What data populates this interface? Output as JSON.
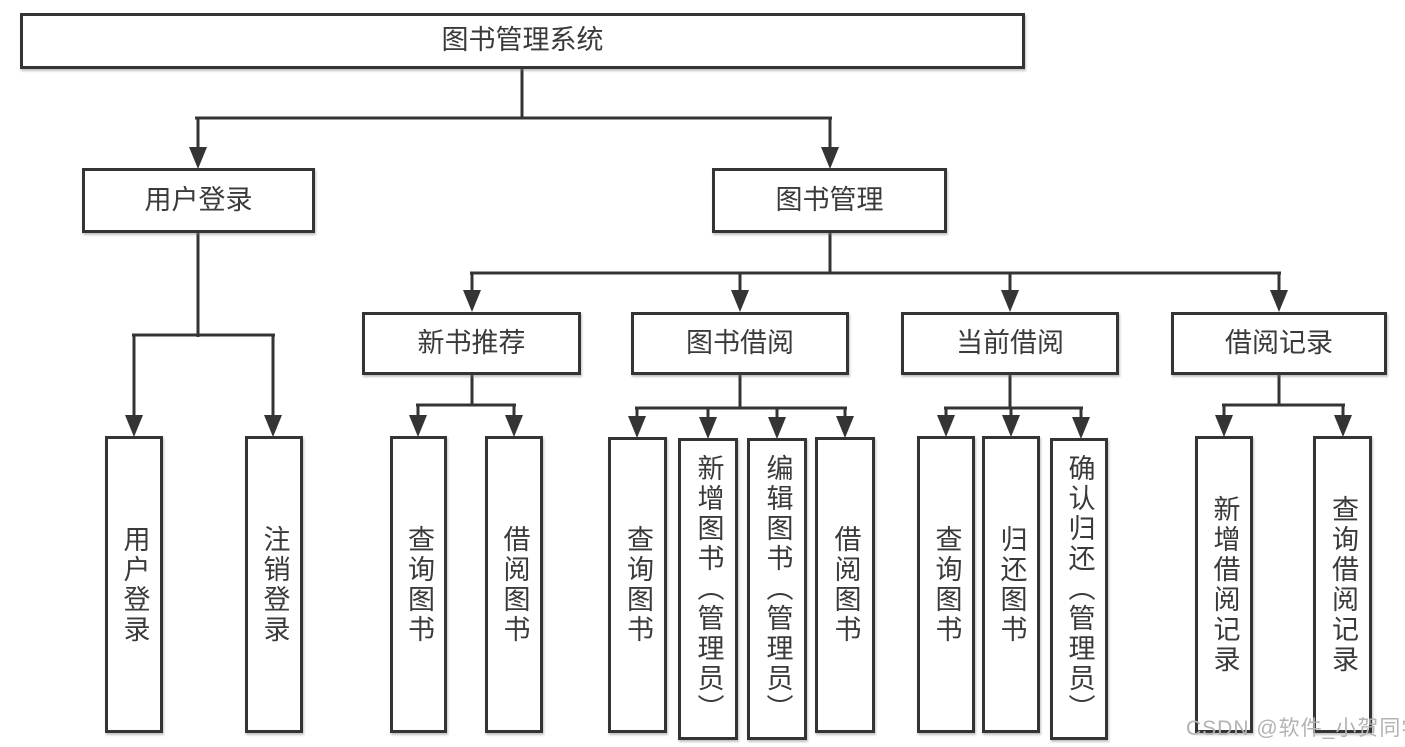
{
  "watermark": "CSDN @软件_小贺同学",
  "colors": {
    "line": "#343434",
    "text": "#3a3a3a",
    "watermark": "#b3b3b3",
    "background": "#ffffff"
  },
  "tree": {
    "root": {
      "label": "图书管理系统"
    },
    "branches": [
      {
        "label": "用户登录",
        "children": [
          {
            "label": "用户登录"
          },
          {
            "label": "注销登录"
          }
        ]
      },
      {
        "label": "图书管理",
        "children": [
          {
            "label": "新书推荐",
            "children": [
              {
                "label": "查询图书"
              },
              {
                "label": "借阅图书"
              }
            ]
          },
          {
            "label": "图书借阅",
            "children": [
              {
                "label": "查询图书"
              },
              {
                "label": "新增图书（管理员）"
              },
              {
                "label": "编辑图书（管理员）"
              },
              {
                "label": "借阅图书"
              }
            ]
          },
          {
            "label": "当前借阅",
            "children": [
              {
                "label": "查询图书"
              },
              {
                "label": "归还图书"
              },
              {
                "label": "确认归还（管理员）"
              }
            ]
          },
          {
            "label": "借阅记录",
            "children": [
              {
                "label": "新增借阅记录"
              },
              {
                "label": "查询借阅记录"
              }
            ]
          }
        ]
      }
    ]
  }
}
